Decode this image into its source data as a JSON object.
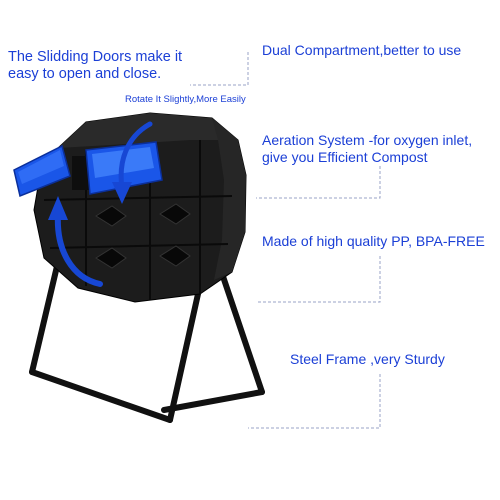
{
  "callouts": {
    "sliding_doors": [
      "The Slidding Doors make it",
      "easy to open and close."
    ],
    "rotate": "Rotate It Slightly,More Easily",
    "dual": "Dual Compartment,better to use",
    "aeration": [
      "Aeration System -for oxygen inlet,",
      "give you Efficient Compost"
    ],
    "material": "Made of high quality PP, BPA-FREE",
    "frame": "Steel Frame ,very Sturdy"
  },
  "colors": {
    "callout_text": "#1b3fd6",
    "leader_line": "#9aa3c7",
    "door_blue": "#1a56e8",
    "arrow_blue": "#1747d4",
    "drum_black": "#1c1c1c",
    "frame_black": "#111111"
  },
  "icons": {
    "rotation": "curved-rotation-arrows"
  }
}
